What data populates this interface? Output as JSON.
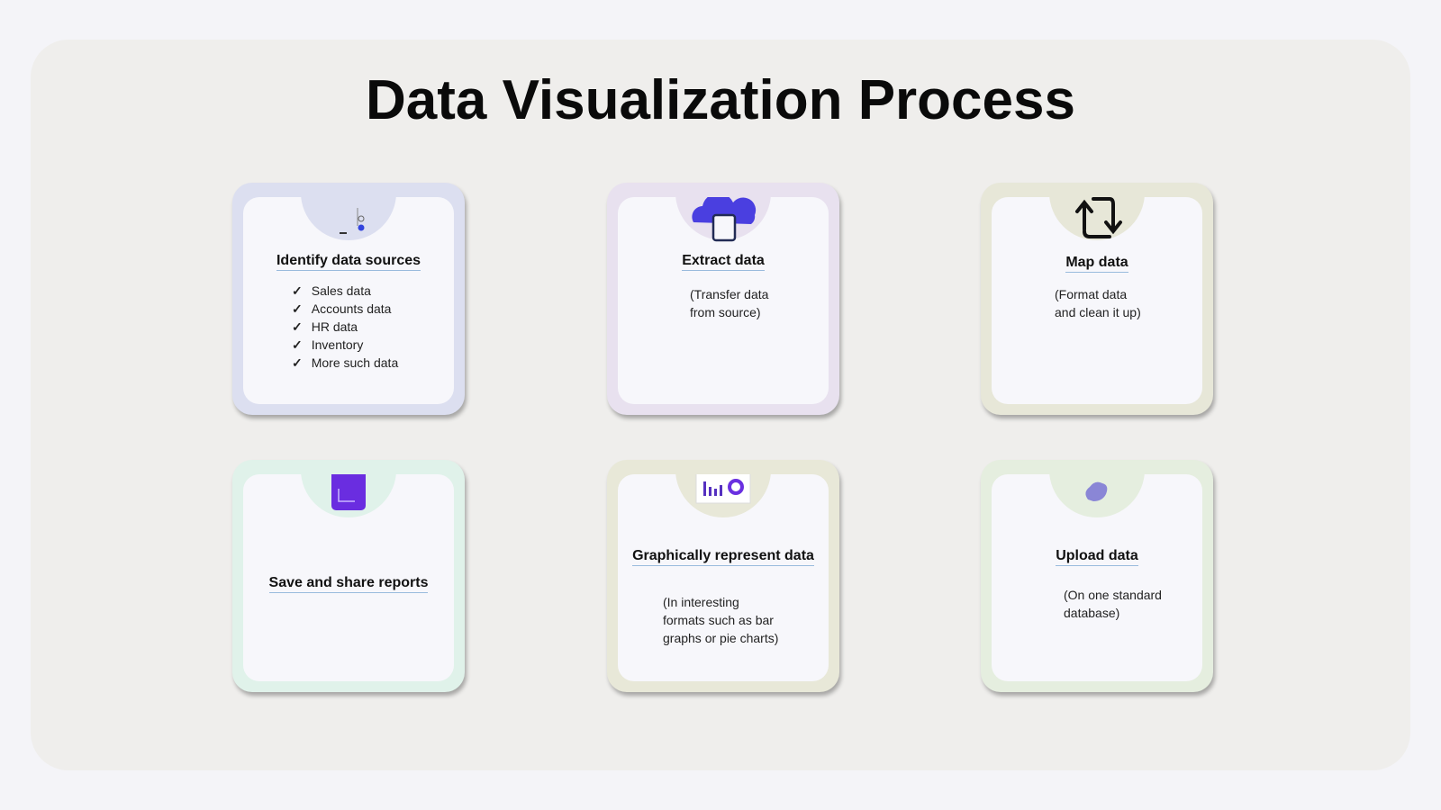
{
  "title": "Data Visualization Process",
  "cards": [
    {
      "title": "Identify data sources",
      "items": [
        "Sales data",
        "Accounts data",
        "HR data",
        "Inventory",
        "More such data"
      ],
      "icon": "data-source-icon",
      "color": "#dcdff0"
    },
    {
      "title": "Extract data",
      "desc": [
        "(Transfer data",
        "from source)"
      ],
      "icon": "cloud-document-icon",
      "color": "#e8e1ef"
    },
    {
      "title": "Map data",
      "desc": [
        "(Format data",
        "and clean it up)"
      ],
      "icon": "sync-arrows-icon",
      "color": "#e7e7d8"
    },
    {
      "title": "Save and share reports",
      "icon": "report-document-icon",
      "color": "#e0f2ea"
    },
    {
      "title": "Graphically represent data",
      "desc": [
        "(In interesting",
        "formats such as bar",
        "graphs or pie charts)"
      ],
      "icon": "chart-icon",
      "color": "#e8e8d8"
    },
    {
      "title": "Upload data",
      "desc": [
        "(On one standard",
        "database)"
      ],
      "icon": "cloud-upload-icon",
      "color": "#e5eedf"
    }
  ]
}
